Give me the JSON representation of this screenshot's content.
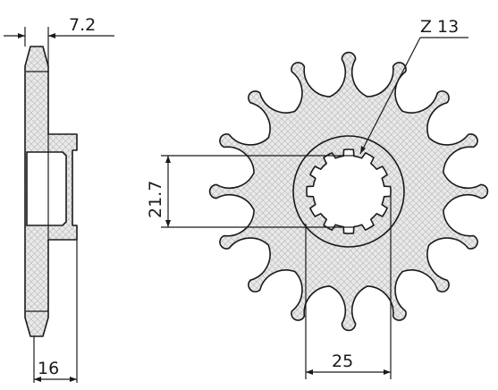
{
  "dimensions": {
    "hub_offset": "7.2",
    "hub_width": "16",
    "inner_spline": "21.7",
    "outer_spline": "25",
    "teeth": "Z 13"
  },
  "sprocket": {
    "tooth_count": 16,
    "spline_count": 12
  },
  "colors": {
    "outline": "#1a1a1a",
    "fill": "#e9e9e9",
    "hatch": "#b3b3b3",
    "background": "#ffffff"
  }
}
